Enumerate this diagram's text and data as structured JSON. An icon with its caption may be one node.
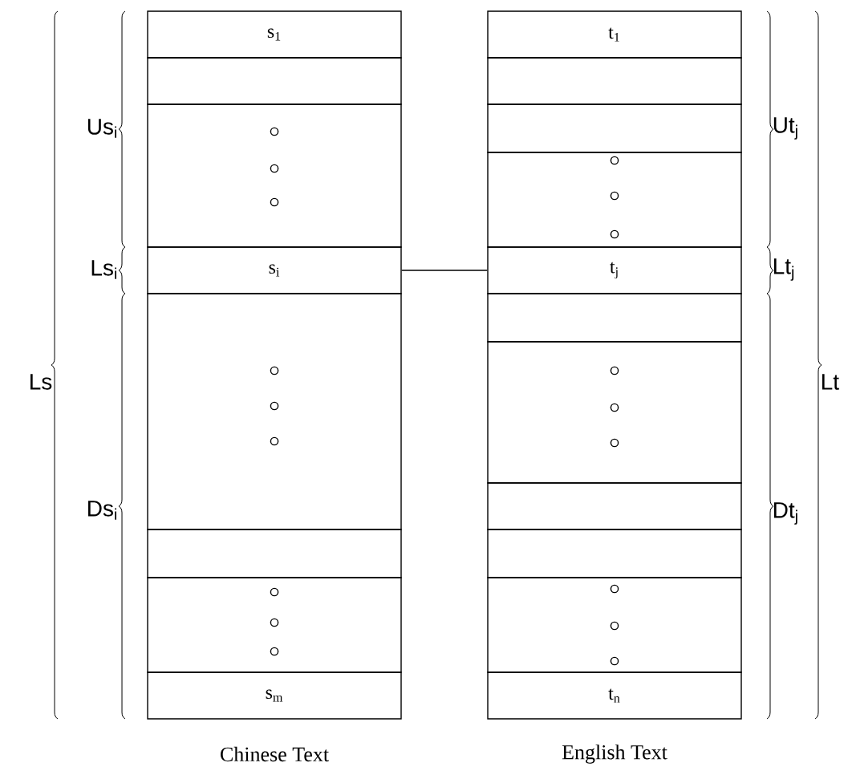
{
  "diagram": {
    "nodes": [
      {
        "text": [
          "s$_{1}$"
        ]
      },
      {
        "text": [],
        "shape": "box"
      },
      {
        "text": [],
        "shape": "box"
      },
      {
        "text": [
          "s$_{i}$"
        ]
      },
      {
        "text": [],
        "shape": "box"
      },
      {
        "text": [],
        "shape": "box"
      },
      {
        "text": [],
        "shape": "box"
      },
      {
        "text": [
          "s$_{m}$"
        ]
      },
      {
        "text": [
          "t$_{1}$"
        ]
      },
      {
        "text": [],
        "shape": "box"
      },
      {
        "text": [],
        "shape": "box"
      },
      {
        "text": [],
        "shape": "box"
      },
      {
        "text": [
          "t$_{j}$"
        ]
      },
      {
        "text": [],
        "shape": "box"
      },
      {
        "text": [],
        "shape": "box"
      },
      {
        "text": [],
        "shape": "box"
      },
      {
        "text": [],
        "shape": "box"
      },
      {
        "text": [],
        "shape": "box"
      },
      {
        "text": [
          "t$_{n}$"
        ]
      }
    ],
    "edges": [
      {
        "from": 3,
        "to": 12,
        "arrow": "none"
      }
    ],
    "labels": [
      "Us$_{i}$",
      "Ut$_{j}$",
      "Ls$_{i}$",
      "Lt$_{j}$",
      "Ls",
      "Lt",
      "Ds$_{i}$",
      "Dt$_{j}$",
      "Chinese Text",
      "English Text"
    ]
  }
}
